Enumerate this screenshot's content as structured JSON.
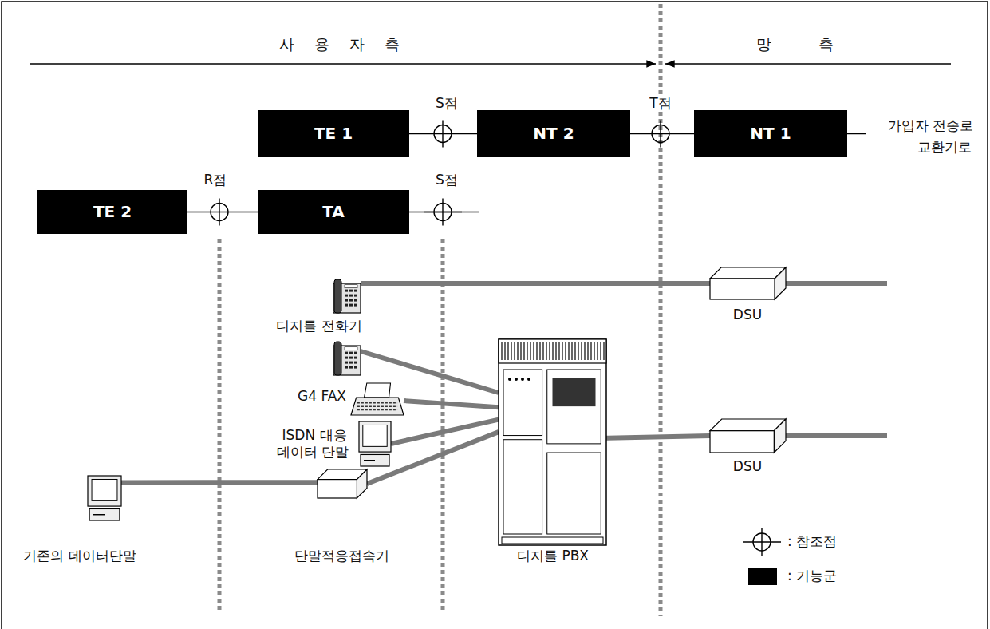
{
  "diagram": {
    "nodes": [
      {
        "text": [
          "TE 1"
        ]
      },
      {
        "text": [
          "NT 2"
        ]
      },
      {
        "text": [
          "NT 1"
        ]
      },
      {
        "text": [
          "TE 2"
        ]
      },
      {
        "text": [
          "TA"
        ]
      },
      {
        "text": [
          "디지틀 전화기"
        ]
      },
      {
        "text": [
          "DSU"
        ]
      },
      {
        "text": [
          "G4 FAX"
        ]
      },
      {
        "text": [
          "ISDN 대응 데이터 단말"
        ]
      },
      {
        "text": [
          "디지틀 PBX"
        ]
      },
      {
        "text": [
          "DSU"
        ]
      },
      {
        "text": [
          "기존의 데이터단말"
        ]
      },
      {
        "text": [
          "단말적응접속기"
        ]
      }
    ],
    "edges": [
      {
        "from": 0,
        "to": 1,
        "arrow": "none"
      },
      {
        "from": 1,
        "to": 2,
        "arrow": "none"
      },
      {
        "from": 3,
        "to": 4,
        "arrow": "none"
      },
      {
        "from": 5,
        "to": 6,
        "arrow": "none"
      },
      {
        "from": 7,
        "to": 9,
        "arrow": "none"
      },
      {
        "from": 8,
        "to": 9,
        "arrow": "none"
      },
      {
        "from": 12,
        "to": 9,
        "arrow": "none"
      },
      {
        "from": 11,
        "to": 12,
        "arrow": "none"
      },
      {
        "from": 9,
        "to": 10,
        "arrow": "none"
      }
    ],
    "labels": [
      "사 용 자 측",
      "망 측",
      "S점",
      "T점",
      "R점",
      "S점",
      "가입자 전송로 교환기로"
    ],
    "legend": [
      {
        "text": ": 참조점"
      },
      {
        "text": ": 기능군",
        "color": "#000000"
      }
    ]
  }
}
